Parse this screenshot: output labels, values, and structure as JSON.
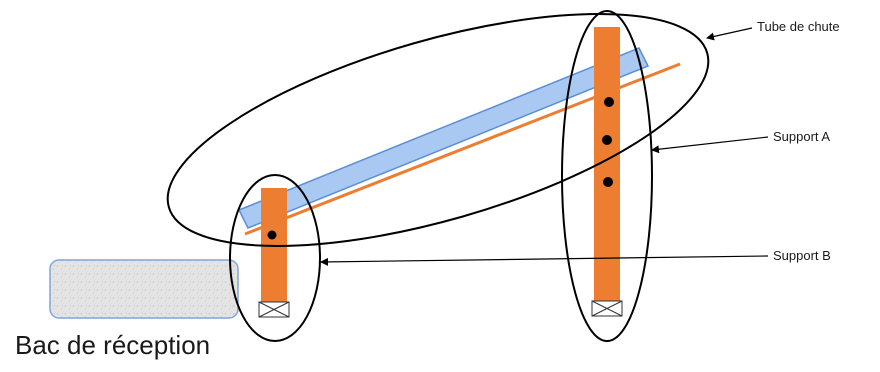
{
  "labels": {
    "tube": "Tube de chute",
    "support_a": "Support A",
    "support_b": "Support B",
    "bac": "Bac de réception"
  },
  "colors": {
    "outline": "#000000",
    "support_fill": "#ED7D31",
    "tube_fill": "#A9C8F2",
    "tube_stroke": "#5B8ED8",
    "rail": "#ED7D31",
    "bac_fill": "#E3E3E3",
    "bac_stroke": "#7FA6D6"
  }
}
